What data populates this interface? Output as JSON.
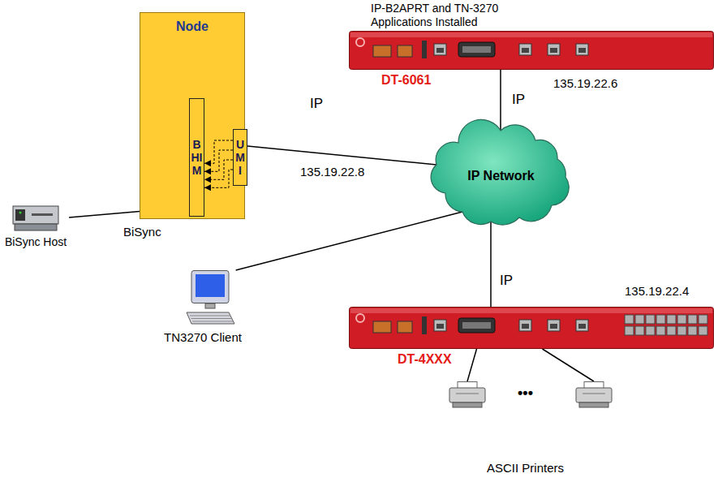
{
  "diagram": {
    "nodes": [
      {
        "text": [
          "DT-6061"
        ]
      },
      {
        "text": [
          "Node"
        ]
      },
      {
        "text": [
          "BHIM"
        ],
        "in": 1
      },
      {
        "text": [
          "UMI"
        ],
        "in": 1
      },
      {
        "text": [
          "IP Network"
        ]
      },
      {
        "text": [
          "BiSync Host"
        ]
      },
      {
        "text": [
          "TN3270 Client"
        ]
      },
      {
        "text": [
          "DT-4XXX"
        ]
      },
      {
        "text": [
          "•••",
          "ASCII Printers"
        ]
      }
    ],
    "edges": [
      {
        "from": 3,
        "to": 2,
        "arrow": "to"
      },
      {
        "from": 3,
        "to": 2,
        "arrow": "to"
      },
      {
        "from": 3,
        "to": 2,
        "arrow": "to"
      },
      {
        "from": 3,
        "to": 2,
        "arrow": "to"
      },
      {
        "from": 5,
        "to": 2,
        "label": "BiSync",
        "arrow": "none"
      },
      {
        "from": 3,
        "to": 4,
        "label": "IP",
        "arrow": "none"
      },
      {
        "from": 0,
        "to": 4,
        "label": "IP",
        "arrow": "none"
      },
      {
        "from": 6,
        "to": 4,
        "arrow": "none"
      },
      {
        "from": 4,
        "to": 7,
        "label": "IP",
        "arrow": "none"
      },
      {
        "from": 7,
        "to": 8,
        "arrow": "none"
      },
      {
        "from": 7,
        "to": 8,
        "arrow": "none"
      }
    ],
    "labels": [
      "IP-B2APRT and TN-3270 Applications Installed",
      "135.19.22.6",
      "135.19.22.8",
      "135.19.22.4"
    ]
  }
}
